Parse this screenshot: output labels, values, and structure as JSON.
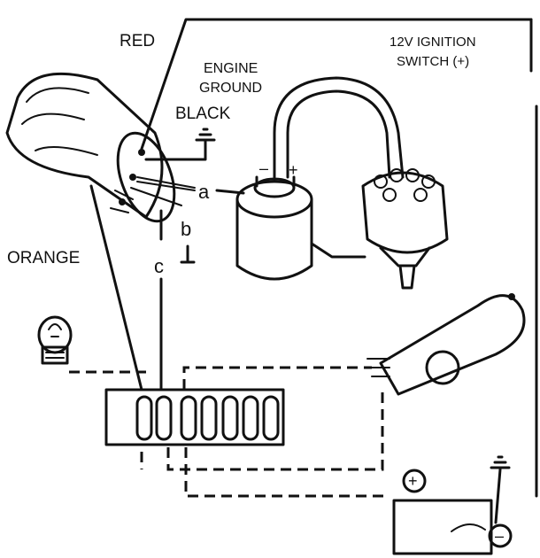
{
  "labels": {
    "red": "RED",
    "engine_ground_line1": "ENGINE",
    "engine_ground_line2": "GROUND",
    "black": "BLACK",
    "ignition_line1": "12V IGNITION",
    "ignition_line2": "SWITCH (+)",
    "orange": "ORANGE",
    "a": "a",
    "b": "b",
    "c": "c",
    "coil_minus": "–",
    "coil_plus": "+",
    "battery_plus": "+",
    "battery_minus": "–"
  },
  "colors": {
    "ink": "#111111",
    "background": "#ffffff"
  }
}
